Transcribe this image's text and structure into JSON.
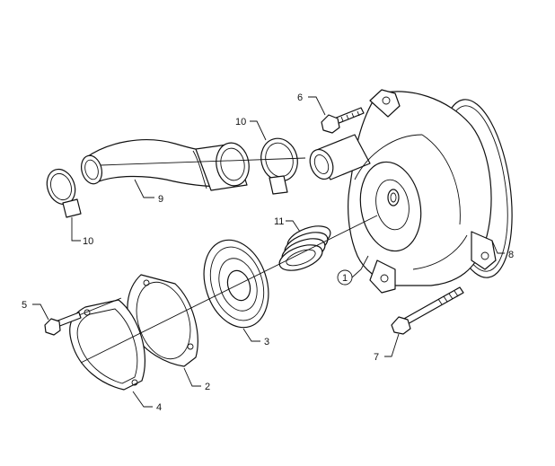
{
  "diagram": {
    "callouts": [
      {
        "id": "c1",
        "text": "1"
      },
      {
        "id": "c2",
        "text": "2"
      },
      {
        "id": "c3",
        "text": "3"
      },
      {
        "id": "c4",
        "text": "4"
      },
      {
        "id": "c5",
        "text": "5"
      },
      {
        "id": "c6",
        "text": "6"
      },
      {
        "id": "c7",
        "text": "7"
      },
      {
        "id": "c8",
        "text": "8"
      },
      {
        "id": "c9",
        "text": "9"
      },
      {
        "id": "c10a",
        "text": "10"
      },
      {
        "id": "c10b",
        "text": "10"
      },
      {
        "id": "c11",
        "text": "11"
      }
    ],
    "colors": {
      "line": "#111111",
      "background": "#ffffff"
    }
  }
}
